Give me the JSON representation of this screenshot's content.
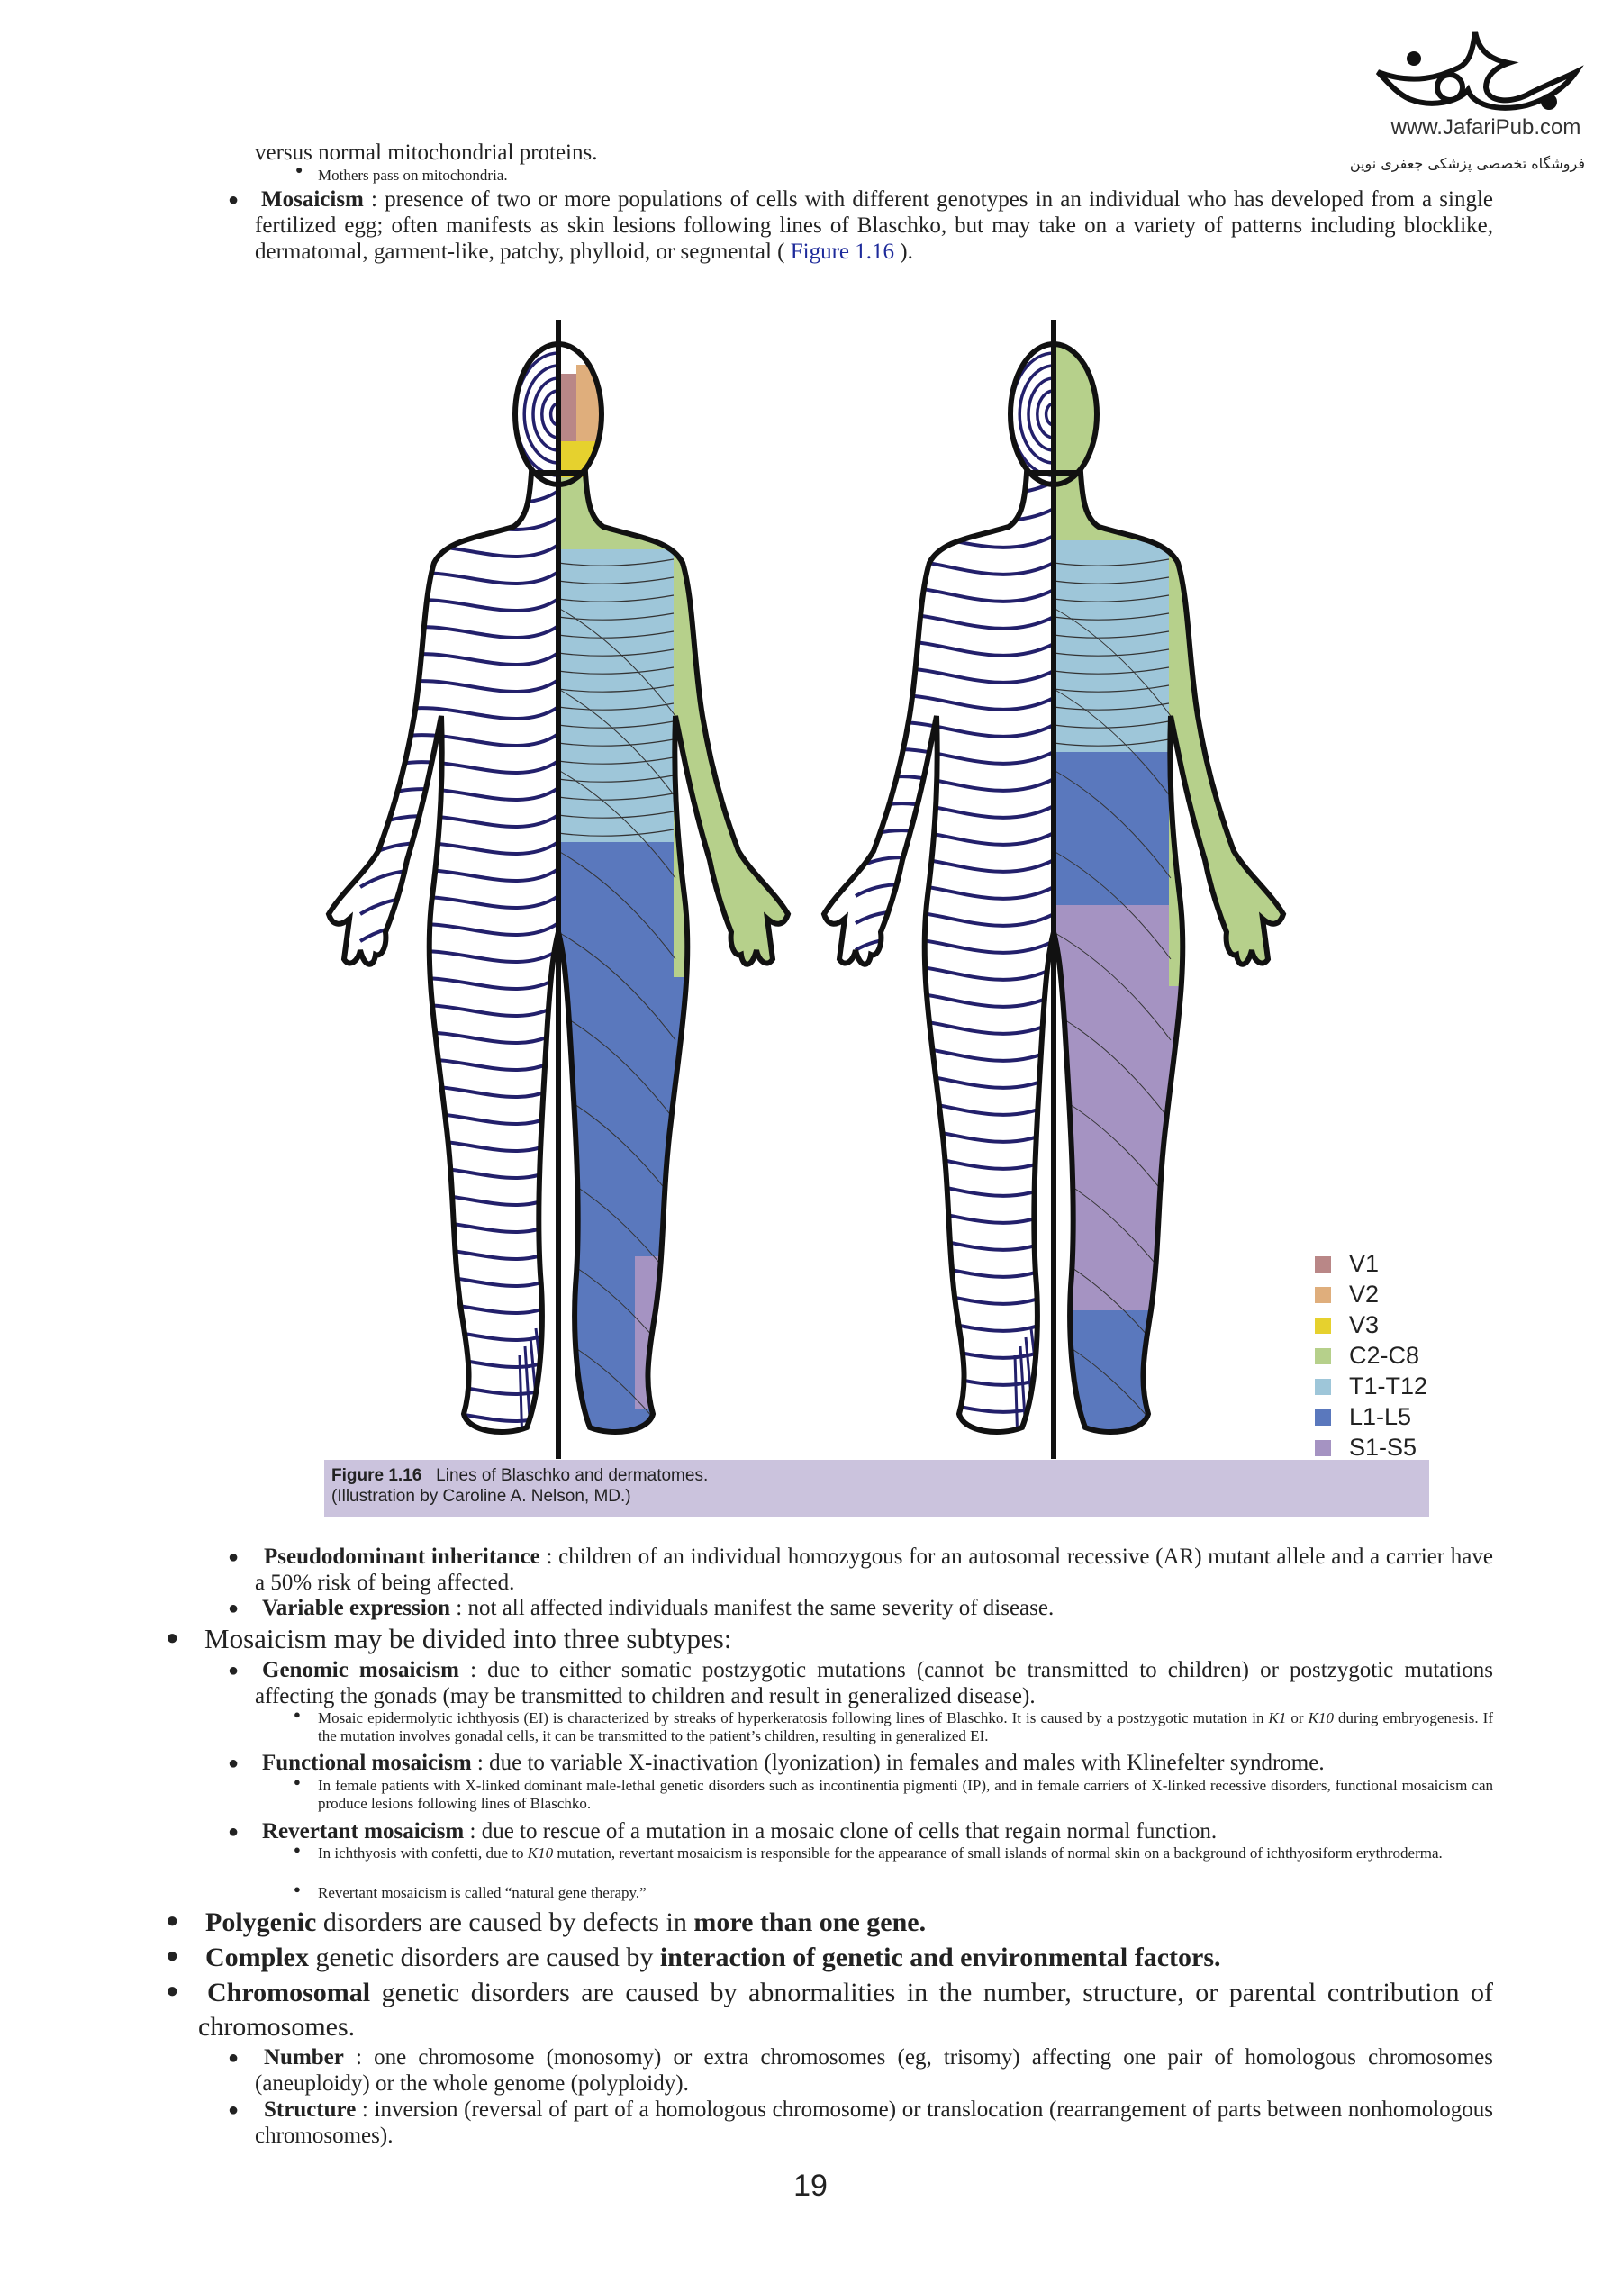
{
  "brand": {
    "logo_text": "www.JafariPub.com",
    "subtitle": "فروشگاه تخصصی پزشکی جعفری نوین"
  },
  "intro": {
    "line1": "versus normal mitochondrial proteins.",
    "sub1": "Mothers pass on mitochondria."
  },
  "mosaicism_def": {
    "term": "Mosaicism",
    "text": " : presence of two or more populations of cells with different genotypes in an individual who has developed from a single fertilized egg; often manifests as skin lesions following lines of Blaschko, but may take on a variety of patterns including blocklike, dermatomal, garment-like, patchy, phylloid, or segmental ( ",
    "link": "Figure 1.16",
    "end": " )."
  },
  "figure": {
    "label": "Figure 1.16",
    "title": "Lines of Blaschko and dermatomes.",
    "credit": "(Illustration by Caroline A. Nelson, MD.)",
    "legend": [
      {
        "label": "V1",
        "color": "#b98787"
      },
      {
        "label": "V2",
        "color": "#dfae7c"
      },
      {
        "label": "V3",
        "color": "#e6d12e"
      },
      {
        "label": "C2-C8",
        "color": "#b6d08b"
      },
      {
        "label": "T1-T12",
        "color": "#9ec6d9"
      },
      {
        "label": "L1-L5",
        "color": "#5a78bd"
      },
      {
        "label": "S1-S5",
        "color": "#a593c2"
      }
    ],
    "line_color": "#23206b"
  },
  "items": {
    "pseudo": {
      "term": "Pseudodominant inheritance",
      "text": " : children of an individual homozygous for an autosomal recessive (AR) mutant allele and a carrier have a 50% risk of being affected."
    },
    "variable": {
      "term": "Variable expression",
      "text": " : not all affected individuals manifest the same severity of disease."
    },
    "subtypes": "Mosaicism may be divided into three subtypes:",
    "genomic": {
      "term": "Genomic mosaicism",
      "text": " : due to either somatic postzygotic mutations (cannot be transmitted to children) or postzygotic mutations affecting the gonads (may be transmitted to children and result in generalized disease)."
    },
    "genomic_sub": {
      "a": "Mosaic epidermolytic ichthyosis (EI) is characterized by streaks of hyperkeratosis following lines of Blaschko. It is caused by a postzygotic mutation in ",
      "k1": "K1",
      "b": " or ",
      "k10": "K10",
      "c": " during embryogenesis. If the mutation involves gonadal cells, it can be transmitted to the patient’s children, resulting in generalized EI."
    },
    "functional": {
      "term": "Functional mosaicism",
      "text": " : due to variable X-inactivation (lyonization) in females and males with Klinefelter syndrome."
    },
    "functional_sub": "In female patients with X-linked dominant male-lethal genetic disorders such as incontinentia pigmenti (IP), and in female carriers of X-linked recessive disorders, functional mosaicism can produce lesions following lines of Blaschko.",
    "revertant": {
      "term": "Revertant mosaicism",
      "text": " : due to rescue of a mutation in a mosaic clone of cells that regain normal function."
    },
    "revertant_sub1": {
      "a": "In ichthyosis with confetti, due to ",
      "k10": "K10",
      "b": " mutation, revertant mosaicism is responsible for the appearance of small islands of normal skin on a background of ichthyosiform erythroderma."
    },
    "revertant_sub2": "Revertant mosaicism is called “natural gene therapy.”",
    "polygenic": {
      "term": "Polygenic",
      "text": " disorders are caused by defects in ",
      "em": "more than one gene."
    },
    "complex": {
      "term": "Complex",
      "text": " genetic disorders are caused by ",
      "em": "interaction of genetic and environmental factors."
    },
    "chromosomal": {
      "term": "Chromosomal",
      "text": " genetic disorders are caused by abnormalities in the number, structure, or parental contribution of chromosomes."
    },
    "number": {
      "term": "Number",
      "text": " : one chromosome (monosomy) or extra chromosomes (eg, trisomy) affecting one pair of homologous chromosomes (aneuploidy) or the whole genome (polyploidy)."
    },
    "structure": {
      "term": "Structure",
      "text": " : inversion (reversal of part of a homologous chromosome) or translocation (rearrangement of parts between nonhomologous chromosomes)."
    }
  },
  "page_number": "19"
}
